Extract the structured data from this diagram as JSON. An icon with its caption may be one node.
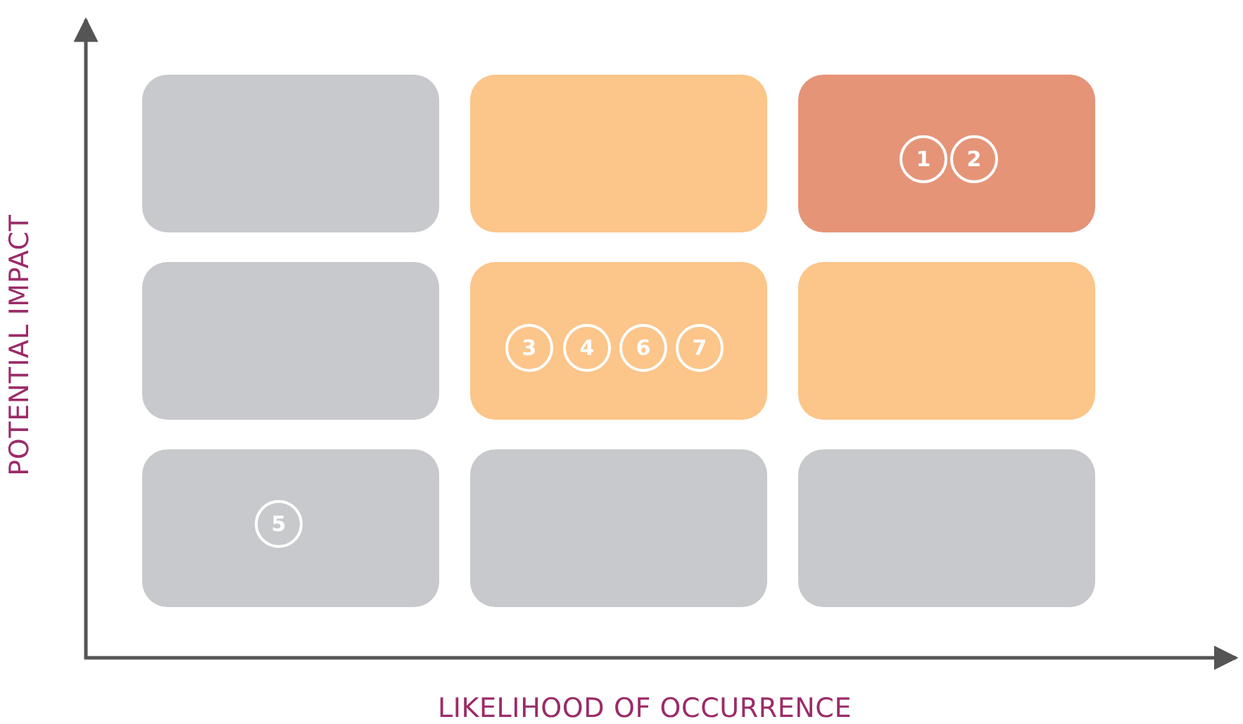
{
  "diagram": {
    "nodes": [
      {
        "text": [],
        "shape": "box"
      },
      {
        "text": [],
        "shape": "box"
      },
      {
        "text": [],
        "shape": "box"
      },
      {
        "text": [
          "1"
        ],
        "in": 2
      },
      {
        "text": [
          "2"
        ],
        "in": 2
      },
      {
        "text": [],
        "shape": "box"
      },
      {
        "text": [],
        "shape": "box"
      },
      {
        "text": [
          "3"
        ],
        "in": 6
      },
      {
        "text": [
          "4"
        ],
        "in": 6
      },
      {
        "text": [
          "6"
        ],
        "in": 6
      },
      {
        "text": [
          "7"
        ],
        "in": 6
      },
      {
        "text": [],
        "shape": "box"
      },
      {
        "text": [],
        "shape": "box"
      },
      {
        "text": [
          "5"
        ],
        "in": 12
      },
      {
        "text": [],
        "shape": "box"
      },
      {
        "text": [],
        "shape": "box"
      }
    ],
    "labels": [
      "POTENTIAL IMPACT",
      "LIKELIHOOD OF OCCURRENCE"
    ]
  }
}
